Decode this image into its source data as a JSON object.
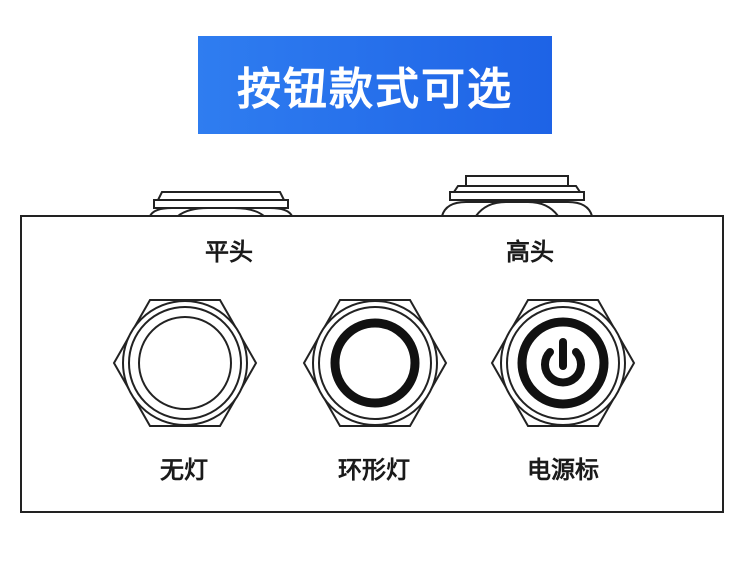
{
  "banner": {
    "title": "按钮款式可选"
  },
  "profiles": [
    {
      "label": "平头",
      "icon": "flat-head-button-profile-icon"
    },
    {
      "label": "高头",
      "icon": "high-head-button-profile-icon"
    }
  ],
  "buttons": [
    {
      "label": "无灯",
      "icon": "plain-button-icon"
    },
    {
      "label": "环形灯",
      "icon": "ring-light-button-icon"
    },
    {
      "label": "电源标",
      "icon": "power-symbol-button-icon"
    }
  ],
  "colors": {
    "banner_blue": "#2f7df0",
    "outline": "#222222"
  }
}
